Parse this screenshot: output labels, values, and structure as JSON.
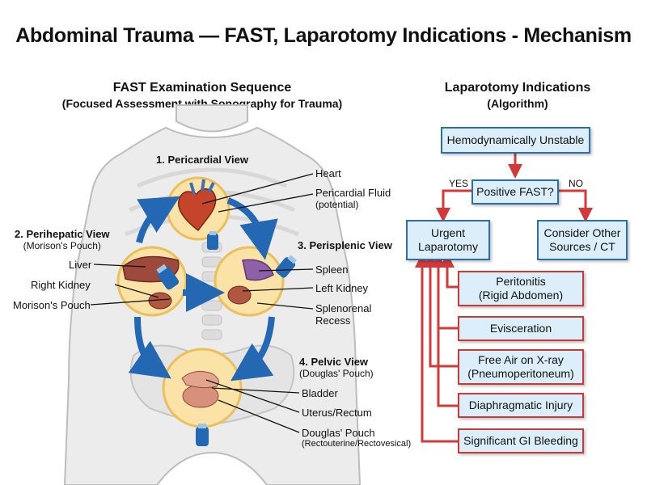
{
  "title": "Abdominal Trauma — FAST, Laparotomy Indications - Mechanism",
  "fast": {
    "heading": "FAST Examination Sequence",
    "subheading": "(Focused Assessment with Sonography for Trauma)",
    "views": {
      "pericardial": "1. Pericardial View",
      "perihepatic": "2. Perihepatic View",
      "perihepatic_note": "(Morison's Pouch)",
      "perisplenic": "3. Perisplenic View",
      "pelvic": "4. Pelvic View",
      "pelvic_note": "(Douglas' Pouch)"
    },
    "labels": {
      "heart": "Heart",
      "pericardial_fluid": "Pericardial Fluid",
      "pericardial_fluid_note": "(potential)",
      "liver": "Liver",
      "right_kidney": "Right Kidney",
      "morisons_pouch": "Morison's Pouch",
      "spleen": "Spleen",
      "left_kidney": "Left Kidney",
      "splenorenal": "Splenorenal",
      "recess": "Recess",
      "bladder": "Bladder",
      "uterus_rectum": "Uterus/Rectum",
      "douglas_pouch": "Douglas' Pouch",
      "douglas_note": "(Rectouterine/Rectovesical)"
    }
  },
  "algo": {
    "heading": "Laparotomy Indications",
    "subheading": "(Algorithm)",
    "unstable": "Hemodynamically Unstable",
    "yes": "YES",
    "no": "NO",
    "positive_fast": "Positive FAST?",
    "urgent_1": "Urgent",
    "urgent_2": "Laparotomy",
    "consider_1": "Consider Other",
    "consider_2": "Sources / CT",
    "indications": [
      {
        "line1": "Peritonitis",
        "line2": "(Rigid Abdomen)"
      },
      {
        "line1": "Evisceration",
        "line2": ""
      },
      {
        "line1": "Free Air on X-ray",
        "line2": "(Pneumoperitoneum)"
      },
      {
        "line1": "Diaphragmatic Injury",
        "line2": ""
      },
      {
        "line1": "Significant GI Bleeding",
        "line2": ""
      }
    ]
  }
}
